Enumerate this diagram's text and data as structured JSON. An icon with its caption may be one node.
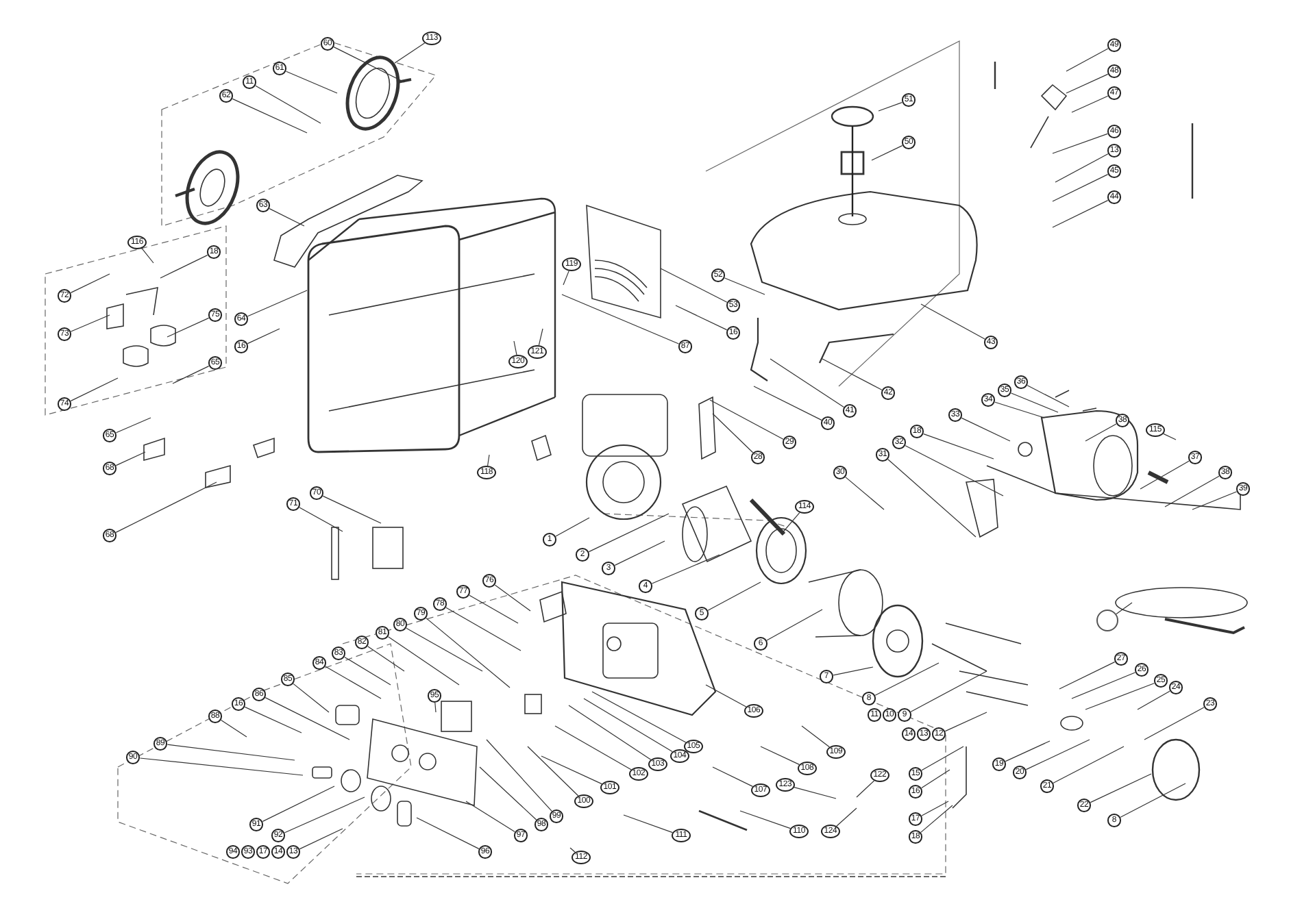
{
  "diagram": {
    "nodes": [
      {
        "text": [
          "113"
        ]
      },
      {
        "text": [
          "60"
        ]
      },
      {
        "text": [
          "61"
        ]
      },
      {
        "text": [
          "11"
        ]
      },
      {
        "text": [
          "62"
        ]
      },
      {
        "text": [
          "63"
        ]
      },
      {
        "text": [
          "116"
        ]
      },
      {
        "text": [
          "18"
        ]
      },
      {
        "text": [
          "72"
        ]
      },
      {
        "text": [
          "64"
        ]
      },
      {
        "text": [
          "75"
        ]
      },
      {
        "text": [
          "73"
        ]
      },
      {
        "text": [
          "16"
        ]
      },
      {
        "text": [
          "65"
        ]
      },
      {
        "text": [
          "74"
        ]
      },
      {
        "text": [
          "65"
        ]
      },
      {
        "text": [
          "68"
        ]
      },
      {
        "text": [
          "68"
        ]
      },
      {
        "text": [
          "70"
        ]
      },
      {
        "text": [
          "71"
        ]
      },
      {
        "text": [
          "51"
        ]
      },
      {
        "text": [
          "50"
        ]
      },
      {
        "text": [
          "49"
        ]
      },
      {
        "text": [
          "48"
        ]
      },
      {
        "text": [
          "47"
        ]
      },
      {
        "text": [
          "46"
        ]
      },
      {
        "text": [
          "13"
        ]
      },
      {
        "text": [
          "45"
        ]
      },
      {
        "text": [
          "44"
        ]
      },
      {
        "text": [
          "119"
        ]
      },
      {
        "text": [
          "52"
        ]
      },
      {
        "text": [
          "53"
        ]
      },
      {
        "text": [
          "16"
        ]
      },
      {
        "text": [
          "43"
        ]
      },
      {
        "text": [
          "87"
        ]
      },
      {
        "text": [
          "121"
        ]
      },
      {
        "text": [
          "120"
        ]
      },
      {
        "text": [
          "36"
        ]
      },
      {
        "text": [
          "35"
        ]
      },
      {
        "text": [
          "42"
        ]
      },
      {
        "text": [
          "34"
        ]
      },
      {
        "text": [
          "41"
        ]
      },
      {
        "text": [
          "38"
        ]
      },
      {
        "text": [
          "33"
        ]
      },
      {
        "text": [
          "40"
        ]
      },
      {
        "text": [
          "115"
        ]
      },
      {
        "text": [
          "18"
        ]
      },
      {
        "text": [
          "32"
        ]
      },
      {
        "text": [
          "29"
        ]
      },
      {
        "text": [
          "31"
        ]
      },
      {
        "text": [
          "28"
        ]
      },
      {
        "text": [
          "37"
        ]
      },
      {
        "text": [
          "118"
        ]
      },
      {
        "text": [
          "30"
        ]
      },
      {
        "text": [
          "38"
        ]
      },
      {
        "text": [
          "39"
        ]
      },
      {
        "text": [
          "114"
        ]
      },
      {
        "text": [
          "1"
        ]
      },
      {
        "text": [
          "2"
        ]
      },
      {
        "text": [
          "3"
        ]
      },
      {
        "text": [
          "4"
        ]
      },
      {
        "text": [
          "76"
        ]
      },
      {
        "text": [
          "77"
        ]
      },
      {
        "text": [
          "78"
        ]
      },
      {
        "text": [
          "5"
        ]
      },
      {
        "text": [
          "79"
        ]
      },
      {
        "text": [
          "80"
        ]
      },
      {
        "text": [
          "81"
        ]
      },
      {
        "text": [
          "82"
        ]
      },
      {
        "text": [
          "6"
        ]
      },
      {
        "text": [
          "83"
        ]
      },
      {
        "text": [
          "84"
        ]
      },
      {
        "text": [
          "7"
        ]
      },
      {
        "text": [
          "85"
        ]
      },
      {
        "text": [
          "86"
        ]
      },
      {
        "text": [
          "95"
        ]
      },
      {
        "text": [
          "8"
        ]
      },
      {
        "text": [
          "16"
        ]
      },
      {
        "text": [
          "106"
        ]
      },
      {
        "text": [
          "11"
        ]
      },
      {
        "text": [
          "10"
        ]
      },
      {
        "text": [
          "9"
        ]
      },
      {
        "text": [
          "88"
        ]
      },
      {
        "text": [
          "14"
        ]
      },
      {
        "text": [
          "13"
        ]
      },
      {
        "text": [
          "12"
        ]
      },
      {
        "text": [
          "89"
        ]
      },
      {
        "text": [
          "105"
        ]
      },
      {
        "text": [
          "109"
        ]
      },
      {
        "text": [
          "104"
        ]
      },
      {
        "text": [
          "90"
        ]
      },
      {
        "text": [
          "103"
        ]
      },
      {
        "text": [
          "19"
        ]
      },
      {
        "text": [
          "108"
        ]
      },
      {
        "text": [
          "20"
        ]
      },
      {
        "text": [
          "15"
        ]
      },
      {
        "text": [
          "102"
        ]
      },
      {
        "text": [
          "122"
        ]
      },
      {
        "text": [
          "123"
        ]
      },
      {
        "text": [
          "21"
        ]
      },
      {
        "text": [
          "101"
        ]
      },
      {
        "text": [
          "107"
        ]
      },
      {
        "text": [
          "16"
        ]
      },
      {
        "text": [
          "100"
        ]
      },
      {
        "text": [
          "22"
        ]
      },
      {
        "text": [
          "99"
        ]
      },
      {
        "text": [
          "17"
        ]
      },
      {
        "text": [
          "8"
        ]
      },
      {
        "text": [
          "91"
        ]
      },
      {
        "text": [
          "98"
        ]
      },
      {
        "text": [
          "97"
        ]
      },
      {
        "text": [
          "92"
        ]
      },
      {
        "text": [
          "111"
        ]
      },
      {
        "text": [
          "124"
        ]
      },
      {
        "text": [
          "110"
        ]
      },
      {
        "text": [
          "18"
        ]
      },
      {
        "text": [
          "96"
        ]
      },
      {
        "text": [
          "94"
        ]
      },
      {
        "text": [
          "93"
        ]
      },
      {
        "text": [
          "17"
        ]
      },
      {
        "text": [
          "14"
        ]
      },
      {
        "text": [
          "13"
        ]
      },
      {
        "text": [
          "112"
        ]
      },
      {
        "text": [
          "27"
        ]
      },
      {
        "text": [
          "26"
        ]
      },
      {
        "text": [
          "25"
        ]
      },
      {
        "text": [
          "24"
        ]
      },
      {
        "text": [
          "23"
        ]
      },
      {
        "text": [],
        "shape": "circle"
      }
    ],
    "edges": [
      {
        "from": 0,
        "to": null,
        "arrow": "none"
      },
      {
        "from": 1,
        "to": null,
        "arrow": "none"
      },
      {
        "from": 2,
        "to": null,
        "arrow": "none"
      },
      {
        "from": 3,
        "to": null,
        "arrow": "none"
      },
      {
        "from": 4,
        "to": null,
        "arrow": "none"
      },
      {
        "from": 5,
        "to": null,
        "arrow": "none"
      },
      {
        "from": 6,
        "to": null,
        "arrow": "none"
      },
      {
        "from": 7,
        "to": null,
        "arrow": "none"
      },
      {
        "from": 8,
        "to": null,
        "arrow": "none"
      },
      {
        "from": 9,
        "to": null,
        "arrow": "none"
      },
      {
        "from": 10,
        "to": null,
        "arrow": "none"
      },
      {
        "from": 11,
        "to": null,
        "arrow": "none"
      },
      {
        "from": 12,
        "to": null,
        "arrow": "none"
      },
      {
        "from": 13,
        "to": null,
        "arrow": "none"
      },
      {
        "from": 14,
        "to": null,
        "arrow": "none"
      },
      {
        "from": 15,
        "to": null,
        "arrow": "none"
      },
      {
        "from": 16,
        "to": null,
        "arrow": "none"
      },
      {
        "from": 17,
        "to": null,
        "arrow": "none"
      },
      {
        "from": 18,
        "to": null,
        "arrow": "none"
      },
      {
        "from": 19,
        "to": null,
        "arrow": "none"
      },
      {
        "from": 20,
        "to": null,
        "arrow": "none"
      },
      {
        "from": 21,
        "to": null,
        "arrow": "none"
      },
      {
        "from": 22,
        "to": null,
        "arrow": "none"
      },
      {
        "from": 23,
        "to": null,
        "arrow": "none"
      },
      {
        "from": 24,
        "to": null,
        "arrow": "none"
      },
      {
        "from": 25,
        "to": null,
        "arrow": "none"
      },
      {
        "from": 26,
        "to": null,
        "arrow": "none"
      },
      {
        "from": 27,
        "to": null,
        "arrow": "none"
      },
      {
        "from": 28,
        "to": null,
        "arrow": "none"
      },
      {
        "from": 29,
        "to": null,
        "arrow": "none"
      },
      {
        "from": 30,
        "to": null,
        "arrow": "none"
      },
      {
        "from": 31,
        "to": null,
        "arrow": "none"
      },
      {
        "from": 32,
        "to": null,
        "arrow": "none"
      },
      {
        "from": 33,
        "to": null,
        "arrow": "none"
      },
      {
        "from": 34,
        "to": null,
        "arrow": "none"
      },
      {
        "from": 35,
        "to": null,
        "arrow": "none"
      },
      {
        "from": 36,
        "to": null,
        "arrow": "none"
      },
      {
        "from": 37,
        "to": null,
        "arrow": "none"
      },
      {
        "from": 38,
        "to": null,
        "arrow": "none"
      },
      {
        "from": 39,
        "to": null,
        "arrow": "none"
      },
      {
        "from": 40,
        "to": null,
        "arrow": "none"
      },
      {
        "from": 41,
        "to": null,
        "arrow": "none"
      },
      {
        "from": 42,
        "to": null,
        "arrow": "none"
      },
      {
        "from": 43,
        "to": null,
        "arrow": "none"
      },
      {
        "from": 44,
        "to": null,
        "arrow": "none"
      },
      {
        "from": 45,
        "to": null,
        "arrow": "none"
      },
      {
        "from": 46,
        "to": null,
        "arrow": "none"
      },
      {
        "from": 47,
        "to": null,
        "arrow": "none"
      },
      {
        "from": 48,
        "to": null,
        "arrow": "none"
      },
      {
        "from": 49,
        "to": null,
        "arrow": "none"
      },
      {
        "from": 50,
        "to": null,
        "arrow": "none"
      },
      {
        "from": 51,
        "to": null,
        "arrow": "none"
      },
      {
        "from": 52,
        "to": null,
        "arrow": "none"
      },
      {
        "from": 53,
        "to": null,
        "arrow": "none"
      },
      {
        "from": 54,
        "to": null,
        "arrow": "none"
      },
      {
        "from": 55,
        "to": null,
        "arrow": "none"
      },
      {
        "from": 56,
        "to": null,
        "arrow": "none"
      },
      {
        "from": 57,
        "to": null,
        "arrow": "none"
      },
      {
        "from": 58,
        "to": null,
        "arrow": "none"
      },
      {
        "from": 59,
        "to": null,
        "arrow": "none"
      },
      {
        "from": 60,
        "to": null,
        "arrow": "none"
      },
      {
        "from": 61,
        "to": null,
        "arrow": "none"
      },
      {
        "from": 62,
        "to": null,
        "arrow": "none"
      },
      {
        "from": 63,
        "to": null,
        "arrow": "none"
      },
      {
        "from": 64,
        "to": null,
        "arrow": "none"
      },
      {
        "from": 65,
        "to": null,
        "arrow": "none"
      },
      {
        "from": 66,
        "to": null,
        "arrow": "none"
      },
      {
        "from": 67,
        "to": null,
        "arrow": "none"
      },
      {
        "from": 68,
        "to": null,
        "arrow": "none"
      },
      {
        "from": 69,
        "to": null,
        "arrow": "none"
      },
      {
        "from": 70,
        "to": null,
        "arrow": "none"
      },
      {
        "from": 71,
        "to": null,
        "arrow": "none"
      },
      {
        "from": 72,
        "to": null,
        "arrow": "none"
      },
      {
        "from": 73,
        "to": null,
        "arrow": "none"
      },
      {
        "from": 74,
        "to": null,
        "arrow": "none"
      },
      {
        "from": 75,
        "to": null,
        "arrow": "none"
      },
      {
        "from": 76,
        "to": null,
        "arrow": "none"
      },
      {
        "from": 77,
        "to": null,
        "arrow": "none"
      },
      {
        "from": 78,
        "to": null,
        "arrow": "none"
      },
      {
        "from": 81,
        "to": null,
        "arrow": "none"
      },
      {
        "from": 82,
        "to": null,
        "arrow": "none"
      },
      {
        "from": 85,
        "to": null,
        "arrow": "none"
      },
      {
        "from": 86,
        "to": null,
        "arrow": "none"
      },
      {
        "from": 87,
        "to": null,
        "arrow": "none"
      },
      {
        "from": 88,
        "to": null,
        "arrow": "none"
      },
      {
        "from": 89,
        "to": null,
        "arrow": "none"
      },
      {
        "from": 90,
        "to": null,
        "arrow": "none"
      },
      {
        "from": 91,
        "to": null,
        "arrow": "none"
      },
      {
        "from": 92,
        "to": null,
        "arrow": "none"
      },
      {
        "from": 93,
        "to": null,
        "arrow": "none"
      },
      {
        "from": 94,
        "to": null,
        "arrow": "none"
      },
      {
        "from": 95,
        "to": null,
        "arrow": "none"
      },
      {
        "from": 96,
        "to": null,
        "arrow": "none"
      },
      {
        "from": 97,
        "to": null,
        "arrow": "none"
      },
      {
        "from": 98,
        "to": null,
        "arrow": "none"
      },
      {
        "from": 99,
        "to": null,
        "arrow": "none"
      },
      {
        "from": 100,
        "to": null,
        "arrow": "none"
      },
      {
        "from": 101,
        "to": null,
        "arrow": "none"
      },
      {
        "from": 102,
        "to": null,
        "arrow": "none"
      },
      {
        "from": 103,
        "to": null,
        "arrow": "none"
      },
      {
        "from": 104,
        "to": null,
        "arrow": "none"
      },
      {
        "from": 105,
        "to": null,
        "arrow": "none"
      },
      {
        "from": 106,
        "to": null,
        "arrow": "none"
      },
      {
        "from": 107,
        "to": null,
        "arrow": "none"
      },
      {
        "from": 108,
        "to": null,
        "arrow": "none"
      },
      {
        "from": 109,
        "to": null,
        "arrow": "none"
      },
      {
        "from": 110,
        "to": null,
        "arrow": "none"
      },
      {
        "from": 111,
        "to": null,
        "arrow": "none"
      },
      {
        "from": 112,
        "to": null,
        "arrow": "none"
      },
      {
        "from": 113,
        "to": null,
        "arrow": "none"
      },
      {
        "from": 114,
        "to": null,
        "arrow": "none"
      },
      {
        "from": 115,
        "to": null,
        "arrow": "none"
      },
      {
        "from": 116,
        "to": null,
        "arrow": "none"
      },
      {
        "from": 121,
        "to": null,
        "arrow": "none"
      },
      {
        "from": 122,
        "to": null,
        "arrow": "none"
      },
      {
        "from": 123,
        "to": null,
        "arrow": "none"
      },
      {
        "from": 124,
        "to": null,
        "arrow": "none"
      },
      {
        "from": 125,
        "to": null,
        "arrow": "none"
      },
      {
        "from": 126,
        "to": null,
        "arrow": "none"
      },
      {
        "from": 127,
        "to": null,
        "arrow": "none"
      },
      {
        "from": 128,
        "to": null,
        "arrow": "none"
      }
    ]
  }
}
